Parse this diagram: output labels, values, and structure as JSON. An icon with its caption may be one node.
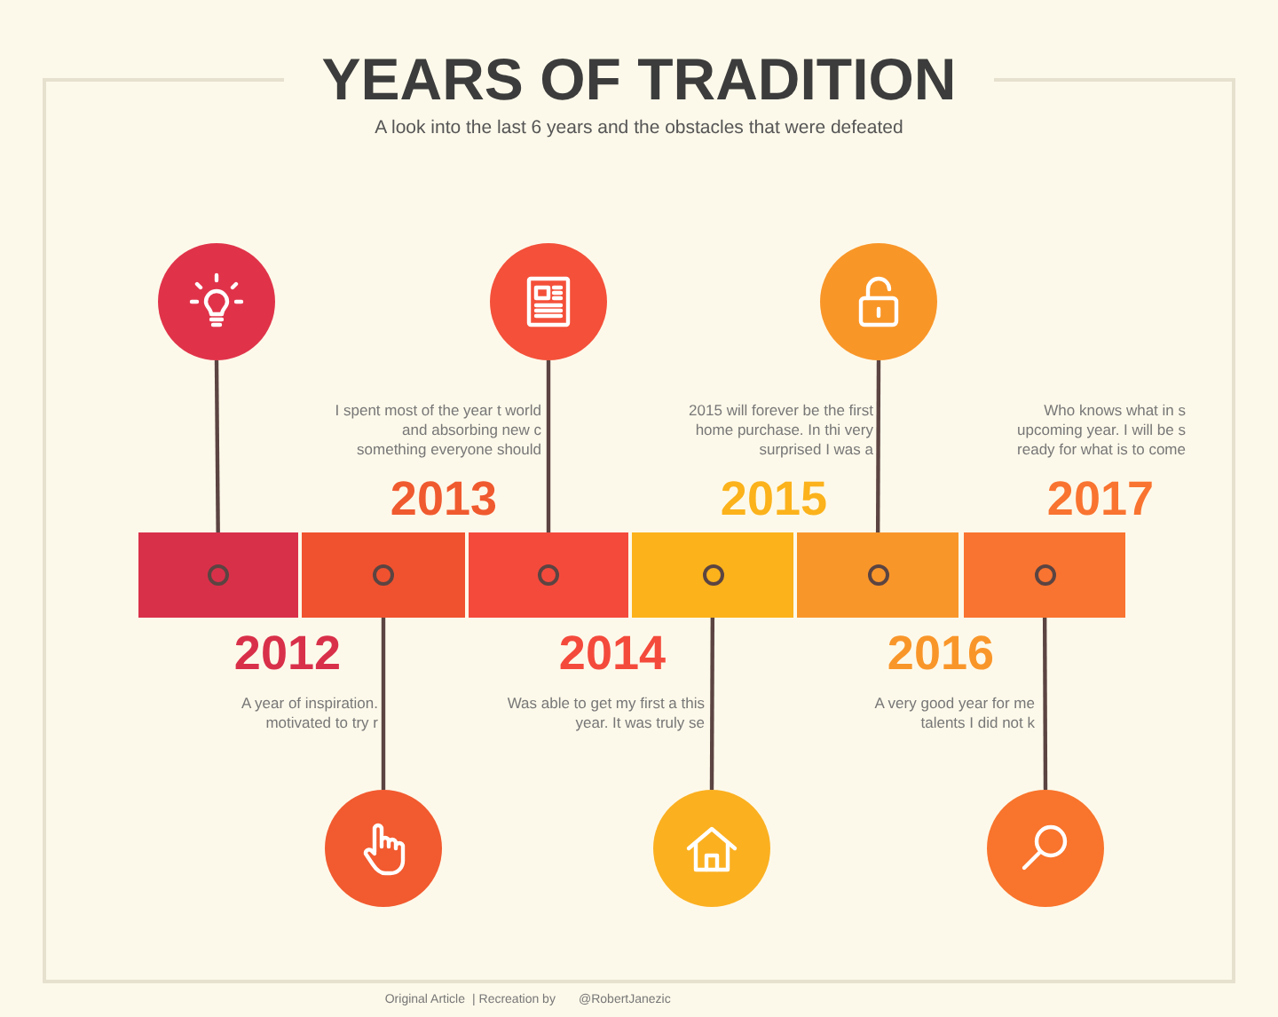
{
  "diagram": {
    "title": "YEARS OF TRADITION",
    "nodes": [
      {
        "text": [],
        "shape": "bar"
      },
      {
        "text": [],
        "shape": "bar"
      },
      {
        "text": [],
        "shape": "bar"
      },
      {
        "text": [],
        "shape": "bar"
      },
      {
        "text": [],
        "shape": "bar"
      },
      {
        "text": [],
        "shape": "bar"
      },
      {
        "text": [],
        "shape": "circle",
        "in": 0
      },
      {
        "text": [],
        "shape": "circle",
        "in": 1
      },
      {
        "text": [],
        "shape": "circle",
        "in": 2
      },
      {
        "text": [],
        "shape": "circle",
        "in": 3
      },
      {
        "text": [],
        "shape": "circle",
        "in": 4
      },
      {
        "text": [],
        "shape": "circle",
        "in": 5
      },
      {
        "text": [],
        "shape": "circle"
      },
      {
        "text": [],
        "shape": "circle"
      },
      {
        "text": [],
        "shape": "circle"
      },
      {
        "text": [],
        "shape": "circle"
      },
      {
        "text": [],
        "shape": "circle"
      },
      {
        "text": [],
        "shape": "circle"
      }
    ],
    "edges": [
      {
        "from": 12,
        "to": 6,
        "arrow": "none"
      },
      {
        "from": 13,
        "to": 7,
        "arrow": "none"
      },
      {
        "from": 14,
        "to": 8,
        "arrow": "none"
      },
      {
        "from": 15,
        "to": 9,
        "arrow": "none"
      },
      {
        "from": 16,
        "to": 10,
        "arrow": "none"
      },
      {
        "from": 17,
        "to": 11,
        "arrow": "none"
      }
    ],
    "labels": [
      "A look into the last 6 years and the obstacles that were defeated",
      "I spent most of the year t world and absorbing new c something everyone should",
      "2015 will forever be the first home purchase. In thi very surprised I was a",
      "Who knows what in s upcoming year. I will be s ready for what is to come",
      "2013",
      "2015",
      "2017",
      "2012",
      "2014",
      "2016",
      "A year of inspiration. motivated to try r",
      "Was able to get my first a this year. It was truly se",
      "A very good year for me talents I did not k",
      "Original Article",
      "| Recreation by",
      "@RobertJanezic"
    ]
  }
}
